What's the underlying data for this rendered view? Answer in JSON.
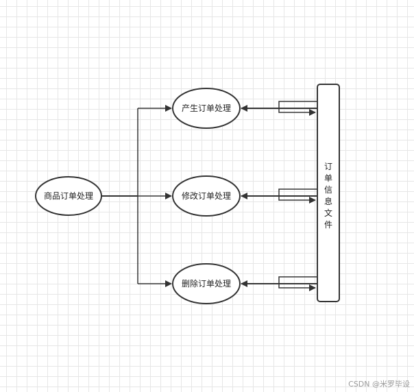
{
  "diagram": {
    "source": {
      "label": "商品订单处理"
    },
    "processes": [
      {
        "id": "create",
        "label": "产生订单处理"
      },
      {
        "id": "modify",
        "label": "修改订单处理"
      },
      {
        "id": "delete",
        "label": "删除订单处理"
      }
    ],
    "datastore": {
      "label_chars": [
        "订",
        "单",
        "信",
        "息",
        "文",
        "件"
      ]
    }
  },
  "watermark": "CSDN @米罗毕设"
}
